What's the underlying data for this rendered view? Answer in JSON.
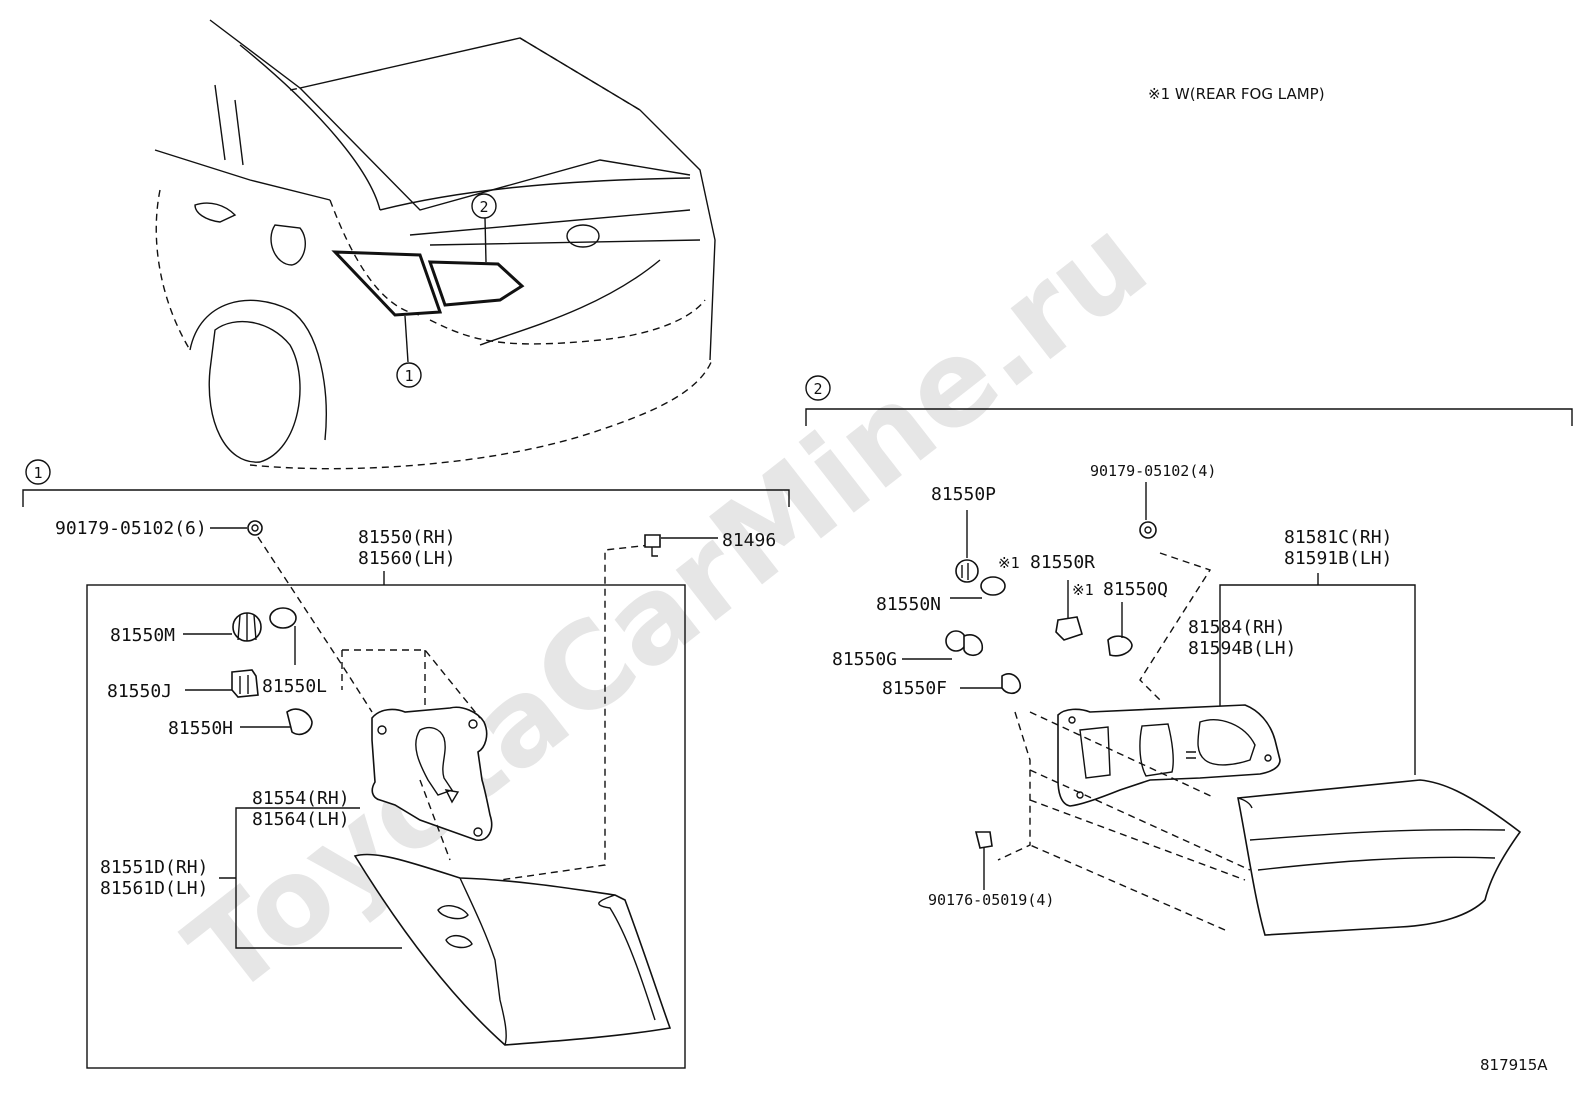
{
  "watermark": "ToyotaCarMine.ru",
  "note": "※1 W(REAR FOG LAMP)",
  "diagram_code": "817915A",
  "callouts": {
    "one": "1",
    "two": "2"
  },
  "section1": {
    "bracket_marker": "1",
    "labels": {
      "bolt_6": "90179-05102(6)",
      "clip": "81496",
      "lamp_assy_rh": "81550(RH)",
      "lamp_assy_lh": "81560(LH)",
      "socket_m": "81550M",
      "socket_j": "81550J",
      "bulb_l": "81550L",
      "bulb_h": "81550H",
      "gasket_rh": "81554(RH)",
      "gasket_lh": "81564(LH)",
      "lens_rh": "81551D(RH)",
      "lens_lh": "81561D(LH)"
    }
  },
  "section2": {
    "bracket_marker": "2",
    "labels": {
      "bolt_4": "90179-05102(4)",
      "socket_p": "81550P",
      "socket_n": "81550N",
      "note_mark_r": "※1",
      "socket_r": "81550R",
      "note_mark_q": "※1",
      "bulb_q": "81550Q",
      "socket_g": "81550G",
      "bulb_f": "81550F",
      "lamp_assy_rh": "81581C(RH)",
      "lamp_assy_lh": "81591B(LH)",
      "gasket_rh": "81584(RH)",
      "gasket_lh": "81594B(LH)",
      "screw_4": "90176-05019(4)"
    }
  }
}
